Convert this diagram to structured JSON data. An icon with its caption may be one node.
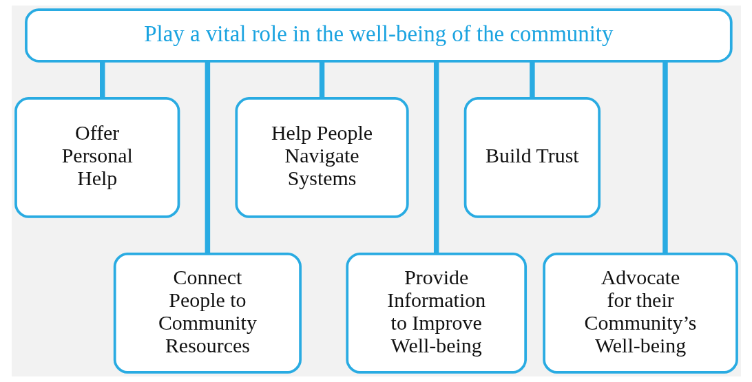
{
  "diagram": {
    "nodes": [
      {
        "text": [
          "Play a vital role in the well-being of the community"
        ]
      },
      {
        "text": [
          "Offer Personal Help"
        ]
      },
      {
        "text": [
          "Help People Navigate Systems"
        ]
      },
      {
        "text": [
          "Build Trust"
        ]
      },
      {
        "text": [
          "Connect People to Community Resources"
        ]
      },
      {
        "text": [
          "Provide Information to Improve Well-being"
        ]
      },
      {
        "text": [
          "Advocate for their Community’s Well-being"
        ]
      }
    ],
    "edges": [
      {
        "from": 0,
        "to": 1,
        "arrow": "none"
      },
      {
        "from": 0,
        "to": 4,
        "arrow": "none"
      },
      {
        "from": 0,
        "to": 2,
        "arrow": "none"
      },
      {
        "from": 0,
        "to": 5,
        "arrow": "none"
      },
      {
        "from": 0,
        "to": 3,
        "arrow": "none"
      },
      {
        "from": 0,
        "to": 6,
        "arrow": "none"
      }
    ]
  }
}
